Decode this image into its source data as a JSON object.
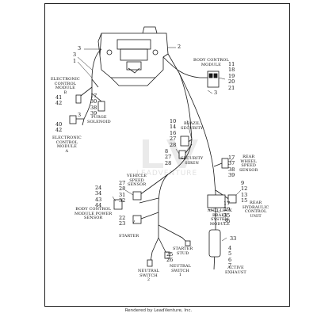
{
  "colors": {
    "line": "#1a1a1a",
    "background": "#ffffff"
  },
  "labels": {
    "body_control_module": [
      "BODY CONTROL",
      "MODULE"
    ],
    "ecm_b": [
      "ELECTRONIC",
      "CONTROL",
      "MODULE",
      "B"
    ],
    "purge_solenoid": [
      "PURGE",
      "SOLENOID"
    ],
    "ecm_a": [
      "ELECTRONIC",
      "CONTROL",
      "MODULE",
      "A"
    ],
    "brazil_security": [
      "BRAZIL",
      "SECURITY"
    ],
    "security_siren": [
      "SECURITY",
      "SIREN"
    ],
    "rear_wheel_speed_sensor": [
      "REAR",
      "WHEEL",
      "SPEED",
      "SENSOR"
    ],
    "vehicle_speed_sensor": [
      "VEHICLE",
      "SPEED",
      "SENSOR"
    ],
    "rear_hydraulic_control_unit": [
      "REAR",
      "HYDRAULIC",
      "CONTROL",
      "UNIT"
    ],
    "bcm_power_sensor": [
      "BODY CONTROL",
      "MODULE POWER",
      "SENSOR"
    ],
    "abs_module": [
      "ANTI-LOCK",
      "BRAKE",
      "SYSTEM",
      "MODULE"
    ],
    "starter": [
      "STARTER"
    ],
    "starter_stud": [
      "STARTER",
      "STUD"
    ],
    "neutral_switch_2": [
      "NEUTRAL",
      "SWITCH",
      "2"
    ],
    "neutral_switch_1": [
      "NEUTRAL",
      "SWITCH",
      "1"
    ],
    "active_exhaust": [
      "ACTIVE",
      "EXHAUST"
    ]
  },
  "callouts": {
    "c3_top": [
      "3"
    ],
    "c2_top": [
      "2"
    ],
    "c3_left": [
      "3"
    ],
    "c1_left": [
      "1"
    ],
    "c_ecm_b": [
      "41",
      "42"
    ],
    "c_purge": [
      "17",
      "30",
      "38",
      "39"
    ],
    "c3_ecm": [
      "3"
    ],
    "c_ecm_a": [
      "40",
      "42"
    ],
    "c_bcm": [
      "11",
      "18",
      "19",
      "20",
      "21"
    ],
    "c3_bcm": [
      "3"
    ],
    "c_brazil": [
      "10",
      "14",
      "16",
      "27",
      "28"
    ],
    "c_siren": [
      "8",
      "27",
      "28"
    ],
    "c_rwss": [
      "17",
      "37",
      "38",
      "39"
    ],
    "c_vss": [
      "27",
      "28",
      "31",
      "32"
    ],
    "c_bcm_power": [
      "24",
      "34",
      "43",
      "44"
    ],
    "c_rhcu": [
      "9",
      "12",
      "13",
      "15"
    ],
    "c_abs": [
      "17",
      "29",
      "35",
      "36"
    ],
    "c_starter": [
      "22",
      "23"
    ],
    "c_exhaust_a": [
      "33"
    ],
    "c_exhaust_b": [
      "4",
      "5",
      "6",
      "7"
    ],
    "c_neutral": [
      "25",
      "26"
    ]
  },
  "watermark": "LEADVENTURE",
  "footer": "Rendered by LeadVenture, Inc."
}
